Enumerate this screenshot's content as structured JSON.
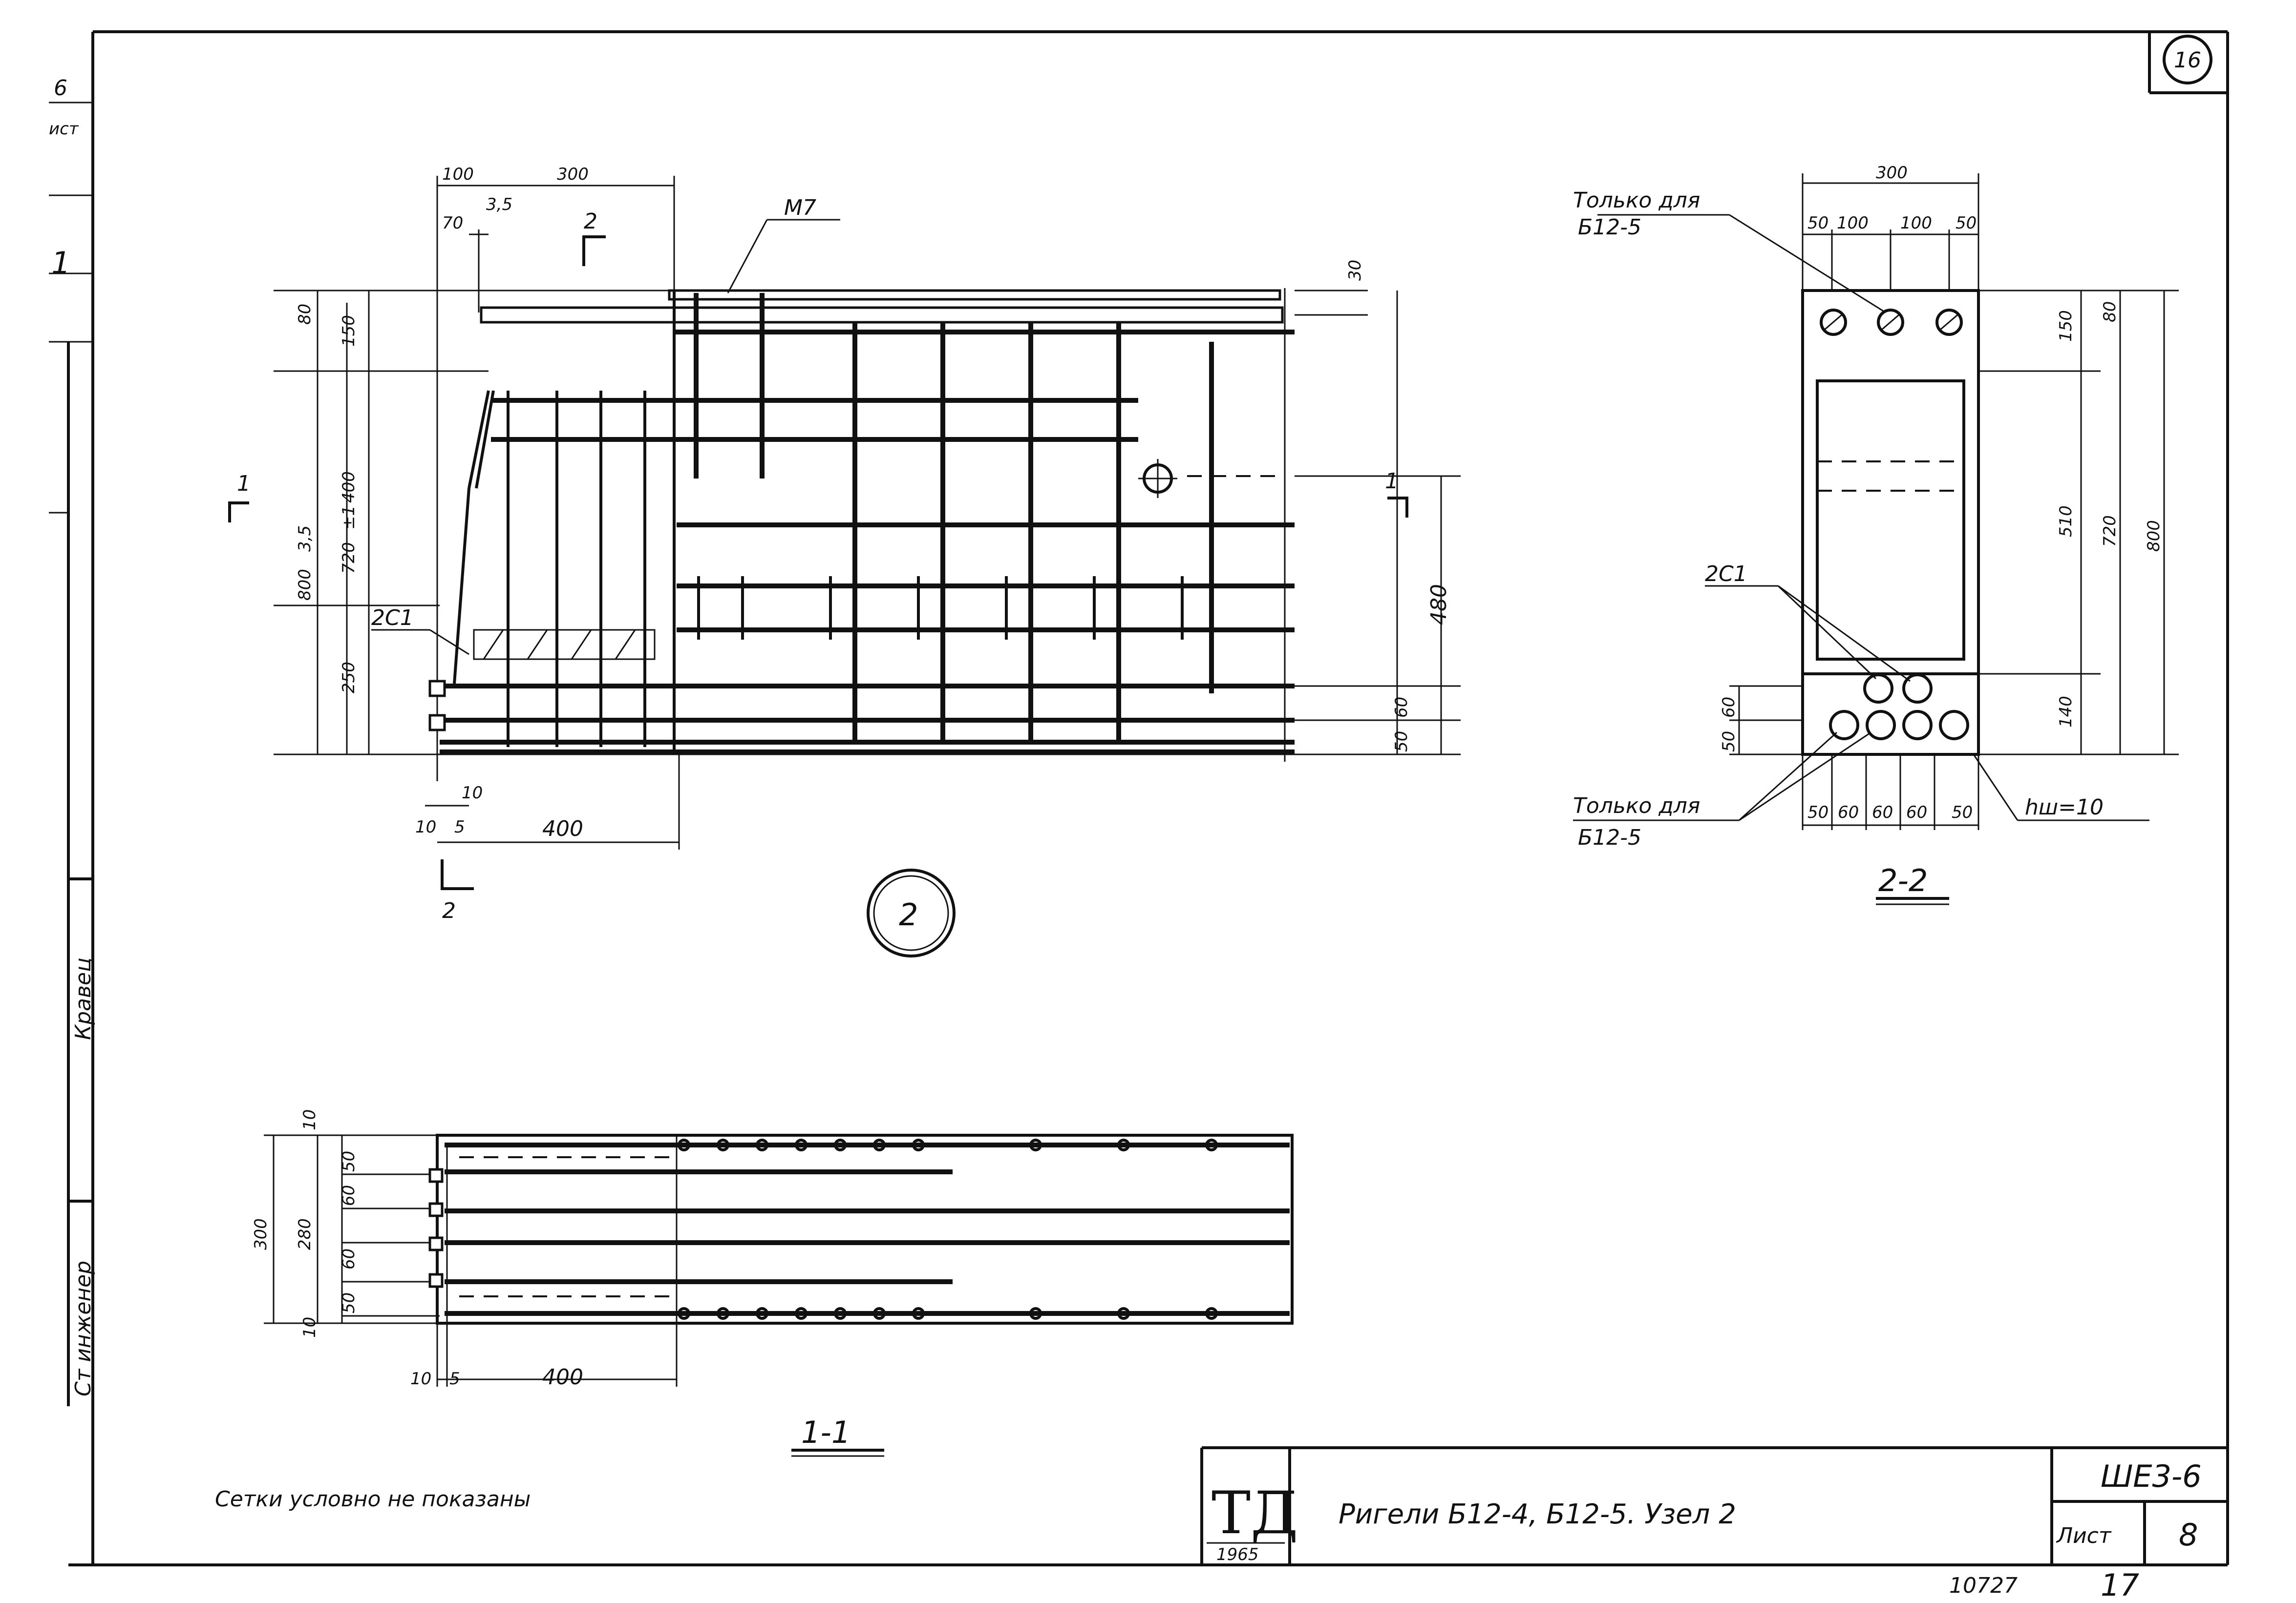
{
  "sheet_circle": "16",
  "left_strip": {
    "top_a": "6",
    "top_b": "ист",
    "top_c": "1",
    "name_1": "Кравец",
    "role_1": "Ст инженер"
  },
  "main_view": {
    "node_circle": "2",
    "section_mark": "2",
    "section_1": "1",
    "tag_m7": "М7",
    "tag_2s1": "2С1",
    "dims": {
      "d100": "100",
      "d300": "300",
      "d70": "70",
      "d30": "30",
      "d80": "80",
      "d150": "150",
      "d400": "400",
      "d250": "250",
      "d800": "800",
      "d720": "720",
      "d480": "480",
      "d60": "60",
      "d50": "50",
      "d10": "10",
      "d5": "5",
      "d400b": "400",
      "box_35": "3,5",
      "box_p1": "±1"
    }
  },
  "section_2_2": {
    "title": "2-2",
    "only_for_top": "Только для",
    "only_for_top_2": "Б12-5",
    "only_for_bottom": "Только для",
    "only_for_bottom_2": "Б12-5",
    "tag_2s1": "2С1",
    "hsh": "hш=10",
    "dims": {
      "d300": "300",
      "d50": "50",
      "d100": "100",
      "d150": "150",
      "d80": "80",
      "d510": "510",
      "d720": "720",
      "d800": "800",
      "d140": "140",
      "d60": "60"
    },
    "bottom_dims": [
      "50",
      "60",
      "60",
      "60",
      "50"
    ]
  },
  "section_1_1": {
    "title": "1-1",
    "dims": {
      "d10": "10",
      "d300": "300",
      "d280": "280",
      "d5": "5",
      "d400": "400"
    },
    "side_dims": [
      "50",
      "60",
      "60",
      "50"
    ]
  },
  "note": "Сетки условно не показаны",
  "title_block": {
    "logo": "ТД",
    "year": "1965",
    "caption": "Ригели Б12-4, Б12-5.   Узел 2",
    "code": "ШЕ3-6",
    "sheet_label": "Лист",
    "sheet_no": "8",
    "stamp_a": "10727",
    "stamp_b": "17"
  }
}
